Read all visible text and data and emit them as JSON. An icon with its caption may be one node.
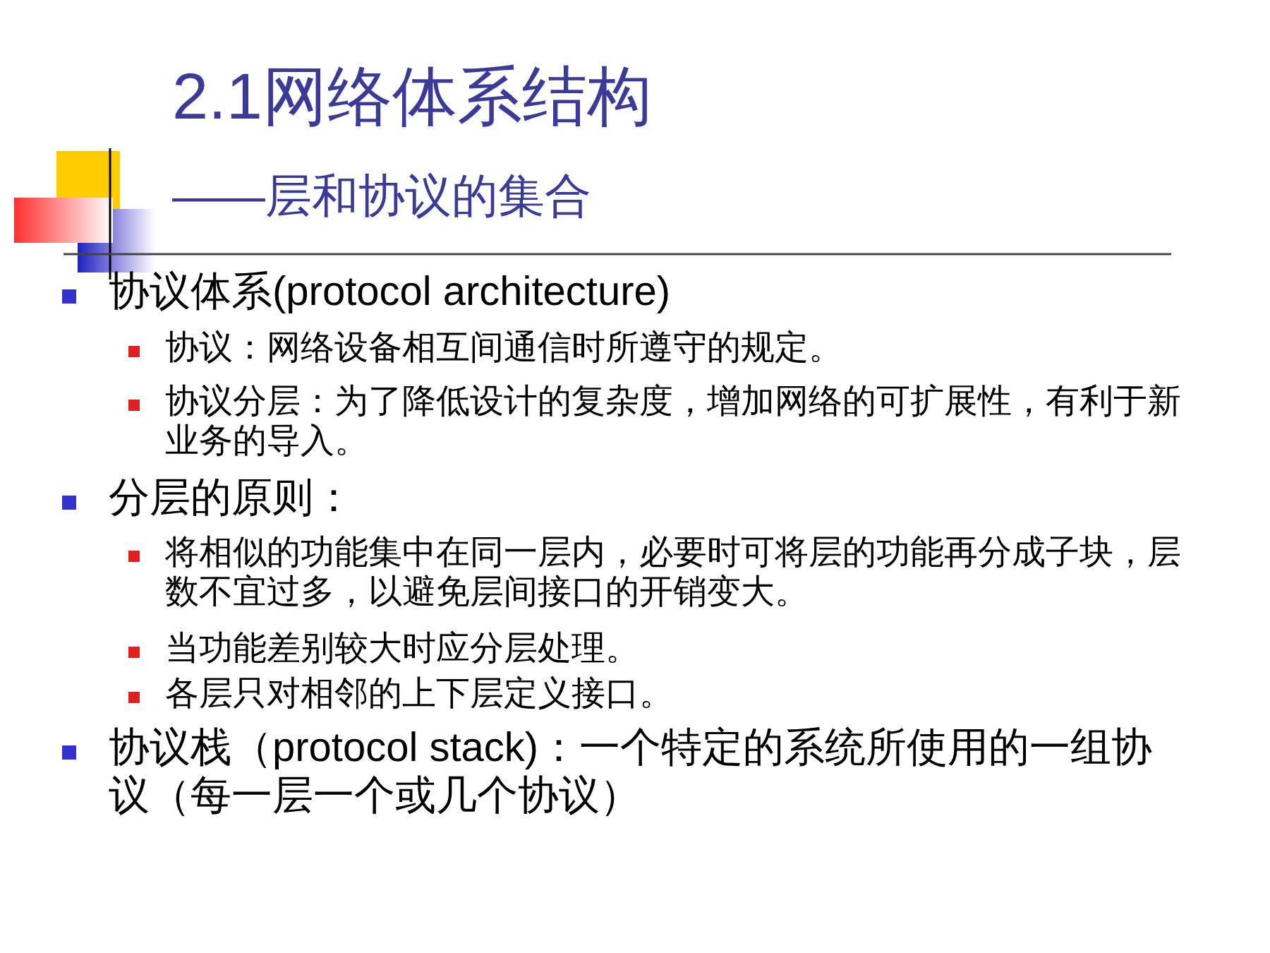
{
  "diagram": {
    "title": "2.1网络体系结构",
    "labels": [
      "——层和协议的集合",
      "协议体系(protocol architecture)",
      "协议：网络设备相互间通信时所遵守的规定。",
      "协议分层：为了降低设计的复杂度，增加网络的可扩展性，有利于新业务的导入。",
      "分层的原则：",
      "将相似的功能集中在同一层内，必要时可将层的功能再分成子块，层数不宜过多，以避免层间接口的开销变大。",
      "当功能差别较大时应分层处理。",
      "各层只对相邻的上下层定义接口。",
      "协议栈（protocol stack)：一个特定的系统所使用的一组协议（每一层一个或几个协议）"
    ]
  }
}
